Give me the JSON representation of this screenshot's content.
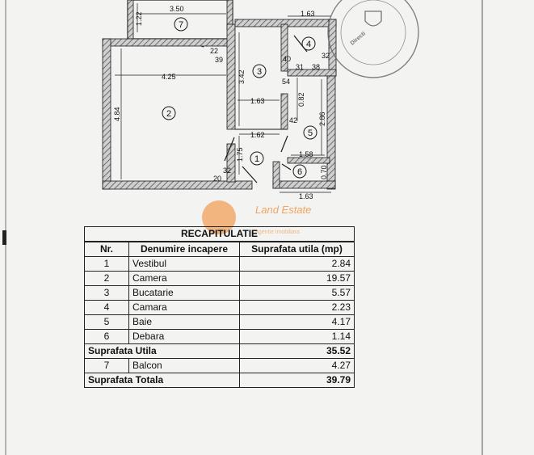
{
  "plan": {
    "rooms": [
      {
        "num": "1"
      },
      {
        "num": "2"
      },
      {
        "num": "3"
      },
      {
        "num": "4"
      },
      {
        "num": "5"
      },
      {
        "num": "6"
      },
      {
        "num": "7"
      }
    ],
    "dims": {
      "d350": "3.50",
      "d122": "1.22",
      "d22": "22",
      "d39": "39",
      "d425": "4.25",
      "d484": "4.84",
      "d342": "3.42",
      "d163a": "1.63",
      "d163top": "1.63",
      "d40": "40",
      "d31": "31",
      "d38": "38",
      "d32": "32",
      "d54": "54",
      "d082": "0.82",
      "d42": "42",
      "d286": "2.86",
      "d162": "1.62",
      "d175": "1.75",
      "d158": "1.58",
      "d070": "0.70",
      "d163bot": "1.63",
      "d32b": "32",
      "d20": "20"
    },
    "stamp_text": "Directi"
  },
  "watermark": {
    "brand": "Land Estate",
    "tagline": "agentie imobiliara"
  },
  "table": {
    "title": "RECAPITULATIE",
    "headers": {
      "nr": "Nr.",
      "name": "Denumire incapere",
      "area": "Suprafata utila (mp)"
    },
    "rows": [
      {
        "nr": "1",
        "name": "Vestibul",
        "area": "2.84"
      },
      {
        "nr": "2",
        "name": "Camera",
        "area": "19.57"
      },
      {
        "nr": "3",
        "name": "Bucatarie",
        "area": "5.57"
      },
      {
        "nr": "4",
        "name": "Camara",
        "area": "2.23"
      },
      {
        "nr": "5",
        "name": "Baie",
        "area": "4.17"
      },
      {
        "nr": "6",
        "name": "Debara",
        "area": "1.14"
      }
    ],
    "util_label": "Suprafata Utila",
    "util_value": "35.52",
    "balcony": {
      "nr": "7",
      "name": "Balcon",
      "area": "4.27"
    },
    "total_label": "Suprafata Totala",
    "total_value": "39.79"
  },
  "colors": {
    "wall": "#8c8c8c",
    "line": "#1a1a1a",
    "watermark": "#f08a34"
  }
}
